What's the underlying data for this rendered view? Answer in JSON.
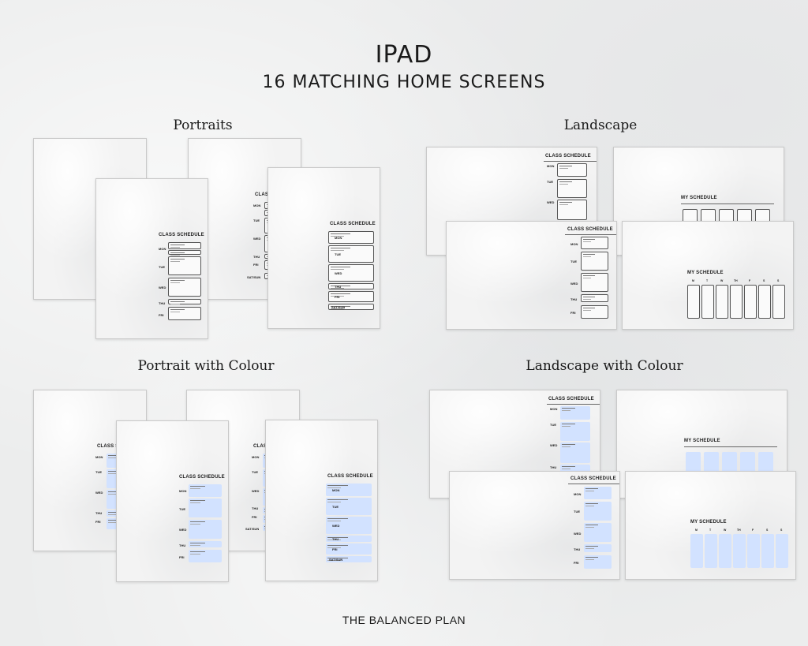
{
  "header": {
    "title": "IPAD",
    "subtitle": "16 MATCHING HOME SCREENS"
  },
  "sections": {
    "portraits": "Portraits",
    "landscape": "Landscape",
    "portrait_colour": "Portrait with Colour",
    "landscape_colour": "Landscape with Colour"
  },
  "labels": {
    "class_schedule": "CLASS SCHEDULE",
    "my_schedule": "MY SCHEDULE"
  },
  "days": {
    "mon": "MON",
    "tue": "TUE",
    "wed": "WED",
    "thu": "THU",
    "fri": "FRI",
    "satsun": "SAT/SUN"
  },
  "week_letters": [
    "M",
    "T",
    "W",
    "TH",
    "F",
    "S",
    "S"
  ],
  "colors": {
    "accent_blue": "#d2e2ff"
  },
  "footer": "THE BALANCED PLAN"
}
